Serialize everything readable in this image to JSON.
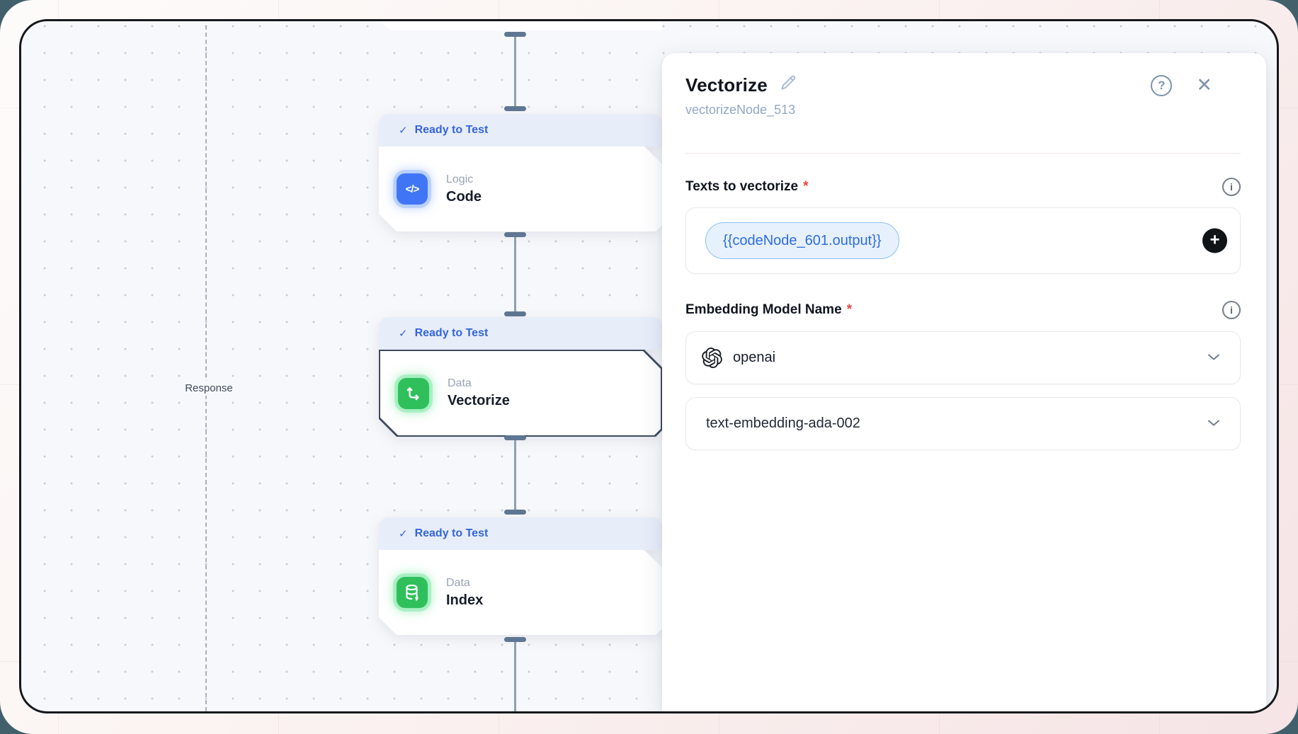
{
  "canvas": {
    "edge_label": "Response",
    "nodes": [
      {
        "status": "Ready to Test",
        "category": "Logic",
        "name": "Code",
        "icon": "code-icon",
        "accent": "#4076f5",
        "selected": false
      },
      {
        "status": "Ready to Test",
        "category": "Data",
        "name": "Vectorize",
        "icon": "vectorize-icon",
        "accent": "#2fc05c",
        "selected": true
      },
      {
        "status": "Ready to Test",
        "category": "Data",
        "name": "Index",
        "icon": "database-icon",
        "accent": "#2fc05c",
        "selected": false
      }
    ]
  },
  "panel": {
    "title": "Vectorize",
    "node_id": "vectorizeNode_513",
    "required_mark": "*",
    "fields": {
      "texts": {
        "label": "Texts to vectorize",
        "chip_value": "{{codeNode_601.output}}"
      },
      "embedding": {
        "label": "Embedding Model Name",
        "provider_value": "openai",
        "model_value": "text-embedding-ada-002"
      }
    }
  },
  "icons": {
    "check": "✓",
    "help": "?",
    "close": "✕",
    "info": "i",
    "plus": "+",
    "code_glyph": "</>",
    "names": [
      "edit-pencil-icon",
      "help-icon",
      "close-icon",
      "info-icon",
      "plus-icon",
      "chevron-down-icon",
      "openai-logo-icon",
      "code-icon",
      "vectorize-icon",
      "database-icon",
      "check-icon"
    ]
  },
  "colors": {
    "status_blue": "#3465dc",
    "band_bg": "#e8edfa",
    "node_blue": "#4076f5",
    "node_green": "#2fc05c",
    "chip_text": "#2e6ce4",
    "chip_bg": "#e7f1fd",
    "required_red": "#f04343",
    "connector": "#5f7792",
    "window_border": "#15181b"
  }
}
